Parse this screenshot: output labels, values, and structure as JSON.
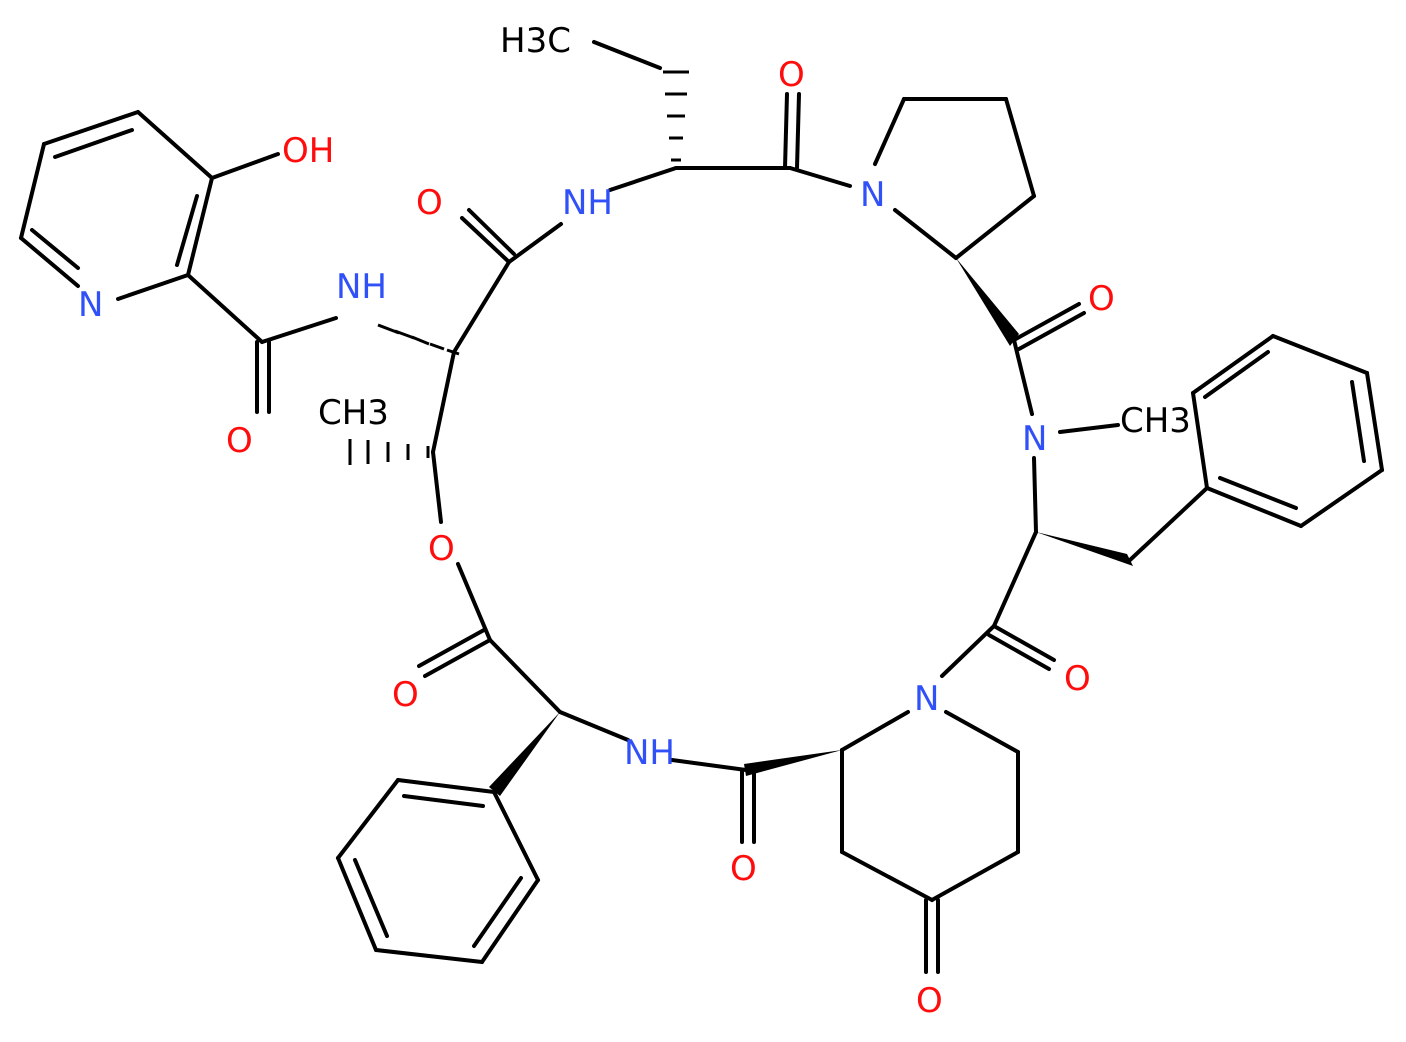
{
  "colors": {
    "background": "#ffffff",
    "bond": "#000000",
    "oxygen": "#ff0d0d",
    "nitrogen": "#3050f8",
    "carbon_label": "#000000"
  },
  "atoms": {
    "oh": "OH",
    "n_pyridine": "N",
    "nh_amide_left": "NH",
    "o_amide_left": "O",
    "ch3_threonine": "CH3",
    "o_top_left": "O",
    "nh_top": "NH",
    "ch3_ethyl": "H3C",
    "o_top_center": "O",
    "n_proline": "N",
    "o_proline": "O",
    "n_methyl": "N",
    "ch3_nmethyl": "CH3",
    "o_ester": "O",
    "o_ester_carbonyl": "O",
    "nh_bottom": "NH",
    "o_bottom_amide": "O",
    "n_piperidine": "N",
    "o_phe_carbonyl": "O",
    "o_ketone": "O"
  }
}
